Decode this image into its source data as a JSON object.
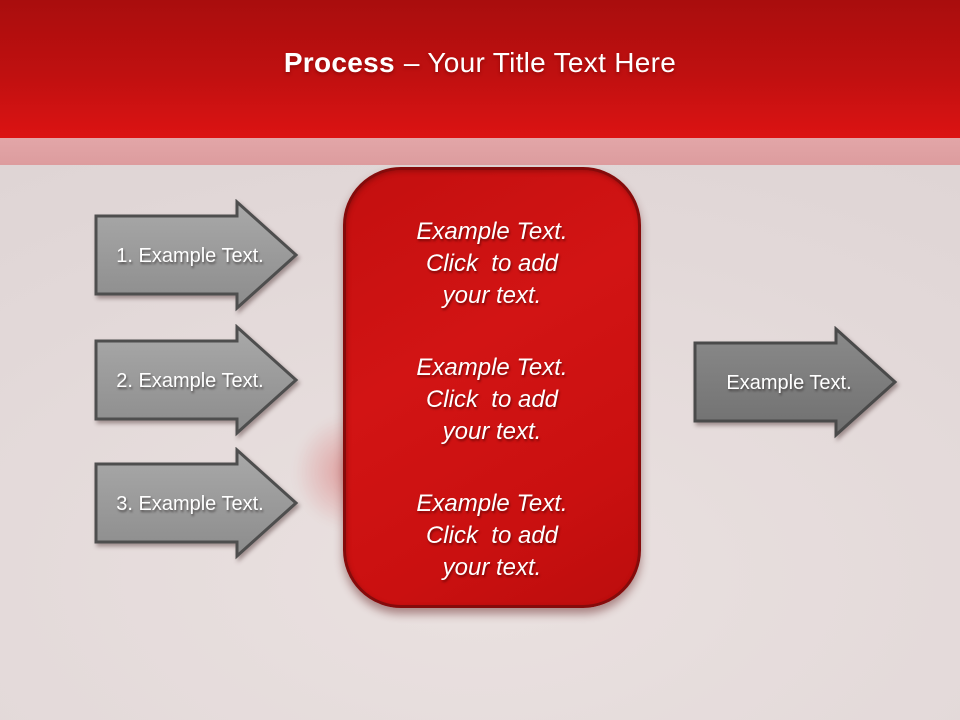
{
  "title": {
    "bold": "Process",
    "rest": "– Your Title Text Here"
  },
  "left_arrows": [
    {
      "label": "1. Example Text."
    },
    {
      "label": "2. Example Text."
    },
    {
      "label": "3. Example Text."
    }
  ],
  "right_arrow": {
    "label": "Example Text."
  },
  "center_box": {
    "paragraphs": [
      {
        "lines": [
          "Example Text.",
          "Click  to add",
          "your text."
        ]
      },
      {
        "lines": [
          "Example Text.",
          "Click  to add",
          "your text."
        ]
      },
      {
        "lines": [
          "Example Text.",
          "Click  to add",
          "your text."
        ]
      }
    ]
  },
  "colors": {
    "header_red_top": "#A90D0D",
    "header_red_bottom": "#DC1313",
    "accent_band_pink": "#E0A1A3",
    "box_red": "#CC1111",
    "box_border_red": "#850B0B",
    "arrow_gray_left": "#9A9A9A",
    "arrow_gray_right": "#7B7B7B",
    "arrow_border_gray": "#4E4E4E",
    "background": "#E2D8D8",
    "text_white": "#FFFFFF"
  }
}
